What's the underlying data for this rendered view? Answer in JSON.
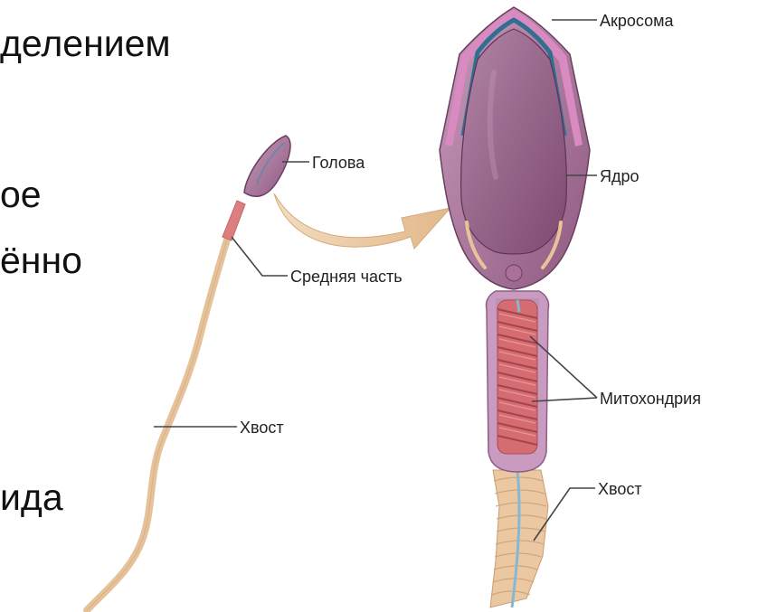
{
  "slide_text": {
    "line_1": "делением",
    "line_2": "ое",
    "line_3": "ённо",
    "line_4": "ида"
  },
  "labels": {
    "acrosome": "Акросома",
    "head": "Голова",
    "nucleus": "Ядро",
    "midpiece": "Средняя часть",
    "mitochondria": "Митохондрия",
    "tail_small": "Хвост",
    "tail_large": "Хвост"
  },
  "colors": {
    "head_fill": "#b07aa1",
    "nucleus_fill": "#9a5f86",
    "acrosome_blue": "#2f6f8f",
    "acrosome_pink": "#d88cc0",
    "mitochondria_red": "#d96a6f",
    "tail_beige": "#e8c39a",
    "arrow_fill": "#e9c59c"
  }
}
